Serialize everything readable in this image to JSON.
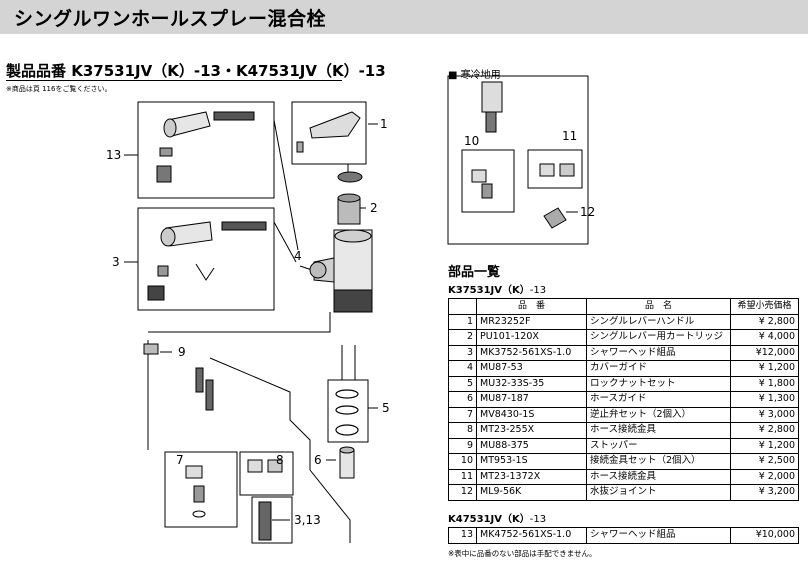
{
  "page": {
    "title": "シングルワンホールスプレー混合栓",
    "model": "製品品番 K37531JV（K）-13・K47531JV（K）-13",
    "note_top": "※商品は頁 116をご覧ください。"
  },
  "diagram": {
    "callouts": [
      "13",
      "3",
      "1",
      "2",
      "4",
      "9",
      "5",
      "6",
      "7",
      "8",
      "3,13",
      "10",
      "11",
      "12"
    ]
  },
  "cold_region": {
    "title": "■ 寒冷地用"
  },
  "parts": {
    "heading": "部品一覧",
    "model1_bold": "K37531JV（K）",
    "model1_rest": "-13",
    "columns": [
      "",
      "品　番",
      "品　名",
      "希望小売価格"
    ],
    "rows": [
      {
        "no": "1",
        "part": "MR23252F",
        "name": "シングルレバーハンドル",
        "price": "¥ 2,800"
      },
      {
        "no": "2",
        "part": "PU101-120X",
        "name": "シングルレバー用カートリッジ",
        "price": "¥ 4,000"
      },
      {
        "no": "3",
        "part": "MK3752-561XS-1.0",
        "name": "シャワーヘッド組品",
        "price": "¥12,000"
      },
      {
        "no": "4",
        "part": "MU87-53",
        "name": "カバーガイド",
        "price": "¥ 1,200"
      },
      {
        "no": "5",
        "part": "MU32-33S-35",
        "name": "ロックナットセット",
        "price": "¥ 1,800"
      },
      {
        "no": "6",
        "part": "MU87-187",
        "name": "ホースガイド",
        "price": "¥ 1,300"
      },
      {
        "no": "7",
        "part": "MV8430-1S",
        "name": "逆止弁セット（2個入）",
        "price": "¥ 3,000"
      },
      {
        "no": "8",
        "part": "MT23-255X",
        "name": "ホース接続金具",
        "price": "¥ 2,800"
      },
      {
        "no": "9",
        "part": "MU88-375",
        "name": "ストッパー",
        "price": "¥ 1,200"
      },
      {
        "no": "10",
        "part": "MT953-1S",
        "name": "接続金具セット（2個入）",
        "price": "¥ 2,500"
      },
      {
        "no": "11",
        "part": "MT23-1372X",
        "name": "ホース接続金具",
        "price": "¥ 2,000"
      },
      {
        "no": "12",
        "part": "ML9-56K",
        "name": "水抜ジョイント",
        "price": "¥ 3,200"
      }
    ],
    "model2_bold": "K47531JV（K）",
    "model2_rest": "-13",
    "rows2": [
      {
        "no": "13",
        "part": "MK4752-561XS-1.0",
        "name": "シャワーヘッド組品",
        "price": "¥10,000"
      }
    ],
    "note_bottom": "※表中に品番のない部品は手配できません。"
  }
}
